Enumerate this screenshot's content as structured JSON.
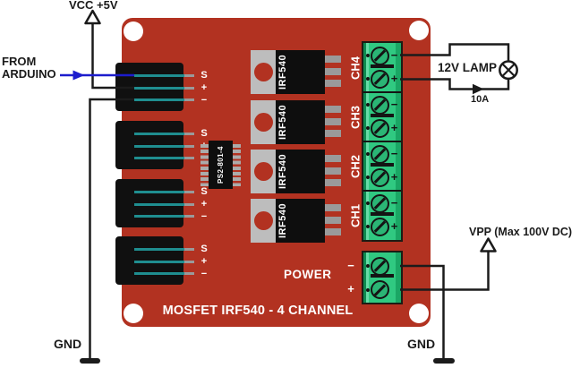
{
  "colors": {
    "board_red": "#b23221",
    "terminal_green": "#2fc981",
    "pin_teal": "#1f8e90",
    "wire_black": "#1b1b1b",
    "wire_blue": "#1c1ccd"
  },
  "external": {
    "vcc_label": "VCC +5V",
    "arduino_label_line1": "FROM",
    "arduino_label_line2": "ARDUINO",
    "gnd_left_label": "GND",
    "gnd_right_label": "GND",
    "vpp_label": "VPP (Max 100V DC)",
    "lamp_label": "12V LAMP",
    "lamp_current": "10A"
  },
  "board": {
    "title": "MOSFET IRF540 - 4 CHANNEL",
    "power_label": "POWER",
    "power_minus": "−",
    "power_plus": "+",
    "ic_label": "PS2-801-4"
  },
  "connectors": [
    {
      "pins": [
        "S",
        "+",
        "−"
      ]
    },
    {
      "pins": [
        "S",
        "+",
        "−"
      ]
    },
    {
      "pins": [
        "S",
        "+",
        "−"
      ]
    },
    {
      "pins": [
        "S",
        "+",
        "−"
      ]
    }
  ],
  "mosfets": [
    {
      "label": "IRF540"
    },
    {
      "label": "IRF540"
    },
    {
      "label": "IRF540"
    },
    {
      "label": "IRF540"
    }
  ],
  "channels": [
    {
      "label": "CH4",
      "minus": "−",
      "plus": "+"
    },
    {
      "label": "CH3",
      "minus": "−",
      "plus": "+"
    },
    {
      "label": "CH2",
      "minus": "−",
      "plus": "+"
    },
    {
      "label": "CH1",
      "minus": "−",
      "plus": "+"
    }
  ]
}
